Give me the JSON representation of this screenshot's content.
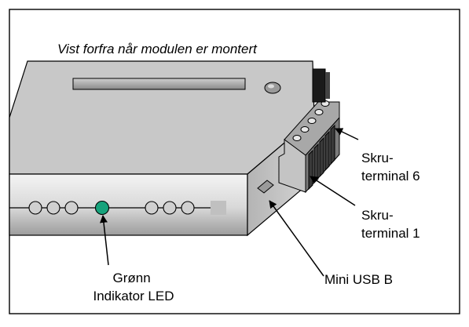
{
  "figure": {
    "caption": "Vist forfra når modulen er montert",
    "labels": {
      "screw_terminal_6": [
        "Skru-",
        "terminal 6"
      ],
      "screw_terminal_1": [
        "Skru-",
        "terminal 1"
      ],
      "mini_usb": "Mini USB B",
      "green_led": [
        "Grønn",
        "Indikator LED"
      ]
    },
    "colors": {
      "led_green": "#17a37c",
      "housing_gray": "#c9c9c9",
      "front_gradient_top": "#f2f2f2",
      "front_gradient_bottom": "#9c9c9c"
    }
  }
}
